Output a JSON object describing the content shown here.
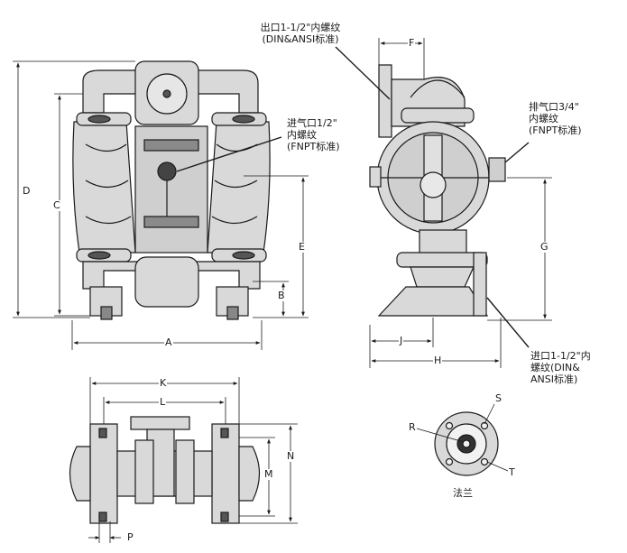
{
  "callouts": {
    "outlet": [
      "出口1-1/2\"内螺纹",
      "(DIN&ANSI标准)"
    ],
    "air_inlet": [
      "进气口1/2\"",
      "内螺纹",
      "(FNPT标准)"
    ],
    "exhaust": [
      "排气口3/4\"",
      "内螺纹",
      "(FNPT标准)"
    ],
    "inlet": [
      "进口1-1/2\"内",
      "螺纹(DIN&",
      "ANSI标准)"
    ],
    "flange": "法兰"
  },
  "dimensions": {
    "A": "A",
    "B": "B",
    "C": "C",
    "D": "D",
    "E": "E",
    "F": "F",
    "G": "G",
    "H": "H",
    "J": "J",
    "K": "K",
    "L": "L",
    "M": "M",
    "N": "N",
    "P": "P",
    "R": "R",
    "S": "S",
    "T": "T"
  },
  "colors": {
    "body_fill": "#d9d9d9",
    "line": "#1a1a1a",
    "dark": "#555555"
  }
}
